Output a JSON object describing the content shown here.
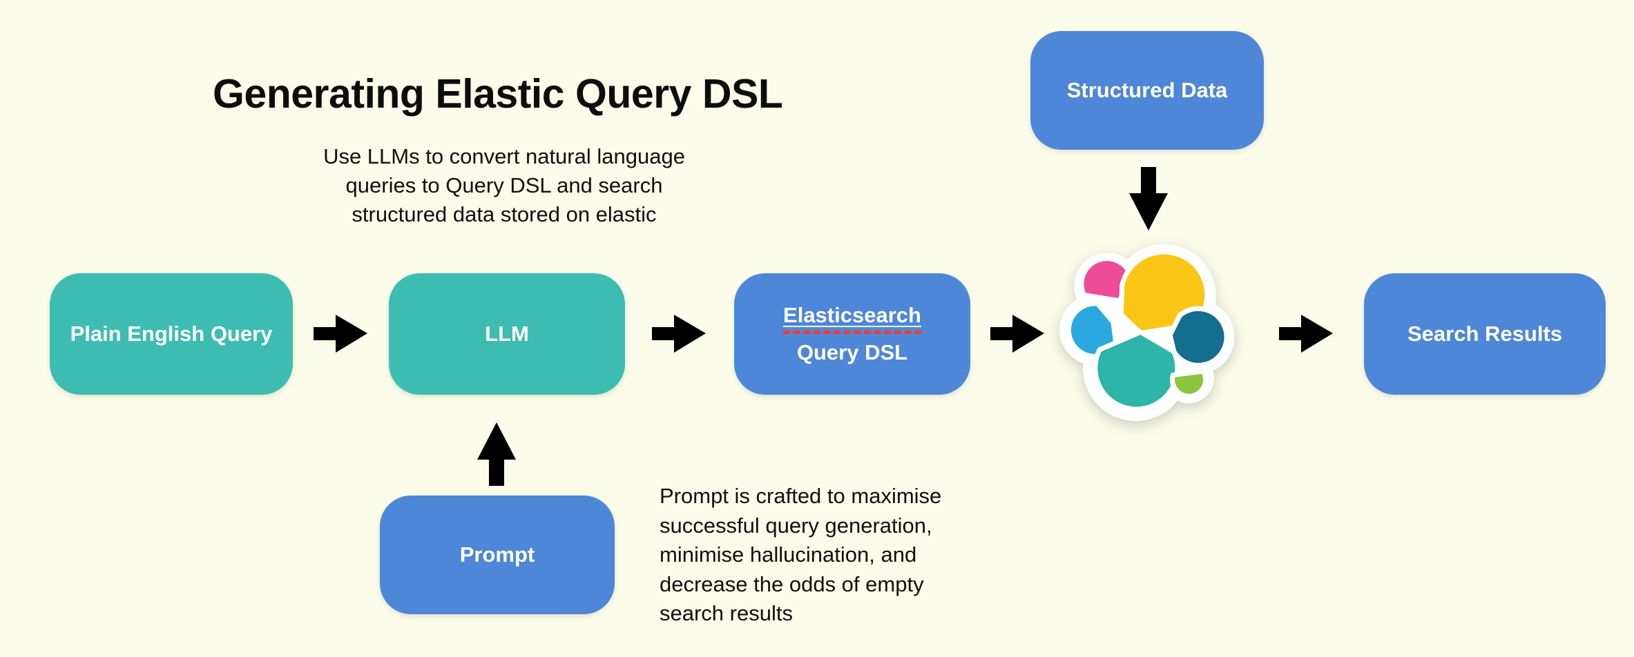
{
  "title": "Generating Elastic Query DSL",
  "subtitle": {
    "lines": [
      "Use LLMs to convert natural language",
      "queries to Query DSL and search",
      "structured data stored on elastic"
    ]
  },
  "nodes": {
    "plain_english_query": {
      "label": "Plain English Query",
      "color": "#3dbdb1"
    },
    "llm": {
      "label": "LLM",
      "color": "#3dbdb1"
    },
    "elasticsearch_query_dsl": {
      "label_line1": "Elasticsearch",
      "label_line2": "Query DSL",
      "color": "#4e86d8",
      "spellcheck_underline": true
    },
    "structured_data": {
      "label": "Structured Data",
      "color": "#4e86d8"
    },
    "prompt": {
      "label": "Prompt",
      "color": "#4e86d8"
    },
    "search_results": {
      "label": "Search Results",
      "color": "#4e86d8"
    }
  },
  "notes": {
    "prompt_note": {
      "lines": [
        "Prompt is crafted to maximise",
        "successful query generation,",
        "minimise hallucination, and",
        "decrease the odds of empty",
        "search results"
      ]
    }
  },
  "logo": {
    "name": "elastic-logo"
  },
  "colors": {
    "background": "#fafce9",
    "node_teal": "#3dbdb1",
    "node_blue": "#4e86d8",
    "node_text": "#ffffff",
    "body_text": "#101010",
    "arrow_black": "#000000",
    "misspell_red": "#f43b2c",
    "logo_pink": "#ee4c98",
    "logo_yellow": "#fac514",
    "logo_light_blue": "#2ba8e0",
    "logo_teal": "#2cb5a8",
    "logo_dark_blue": "#146e8d",
    "logo_green": "#8cc63f",
    "logo_sticker": "#ffffff"
  }
}
